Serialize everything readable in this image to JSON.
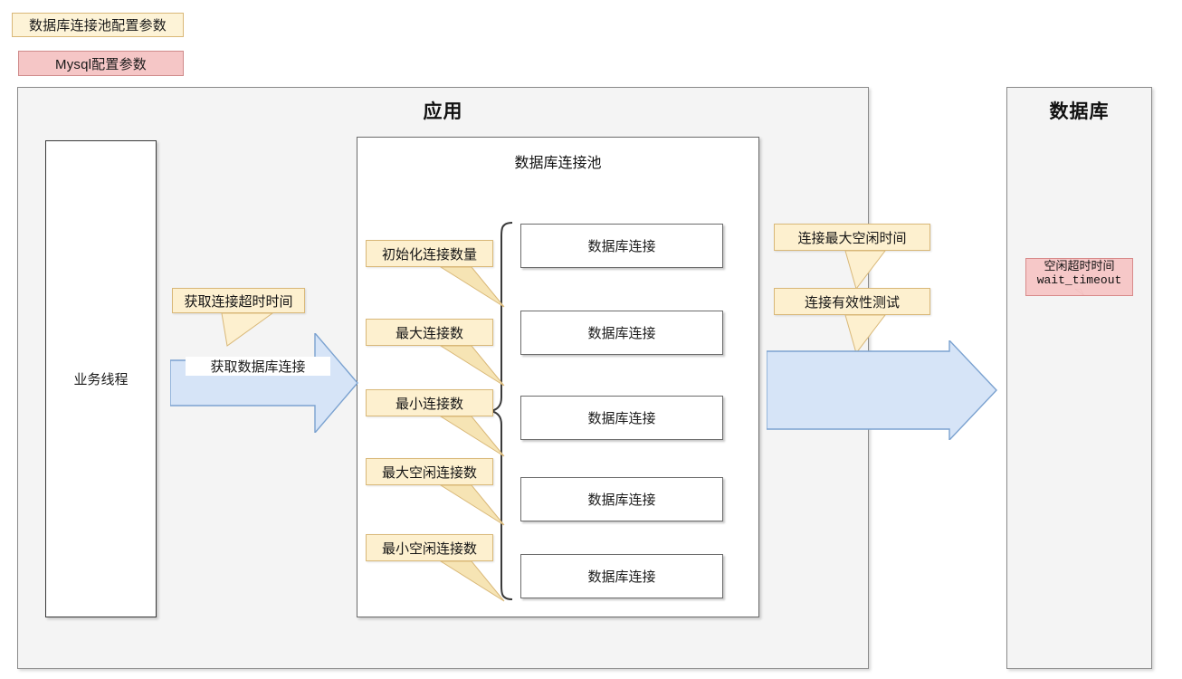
{
  "legend": {
    "pool_params": "数据库连接池配置参数",
    "mysql_params": "Mysql配置参数"
  },
  "app": {
    "title": "应用",
    "thread_label": "业务线程",
    "pool": {
      "title": "数据库连接池",
      "connections": [
        "数据库连接",
        "数据库连接",
        "数据库连接",
        "数据库连接",
        "数据库连接"
      ],
      "param_callouts": [
        "初始化连接数量",
        "最大连接数",
        "最小连接数",
        "最大空闲连接数",
        "最小空闲连接数"
      ]
    },
    "acquire_arrow_label": "获取数据库连接",
    "acquire_timeout_callout": "获取连接超时时间",
    "right_callouts": [
      "连接最大空闲时间",
      "连接有效性测试"
    ]
  },
  "database": {
    "title": "数据库",
    "callout_line1": "空闲超时时间",
    "callout_line2": "wait_timeout"
  },
  "colors": {
    "pool_param_fill": "#fdf0cf",
    "pool_param_border": "#d9b878",
    "mysql_param_fill": "#f6c8c8",
    "mysql_param_border": "#d88a8a",
    "arrow_fill": "#d6e4f7",
    "arrow_border": "#7ba2d0",
    "container_fill": "#f4f4f4",
    "container_border": "#8a8a8a"
  }
}
